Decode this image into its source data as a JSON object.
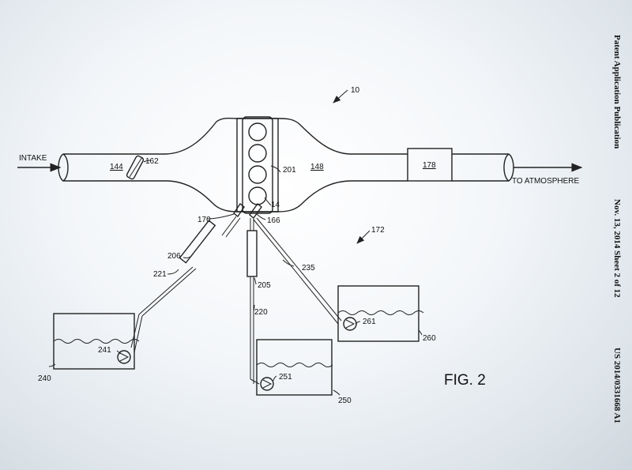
{
  "header": {
    "publication": "Patent Application Publication",
    "date_sheet": "Nov. 13, 2014   Sheet 2 of 12",
    "number": "US 2014/0331668 A1"
  },
  "figure": {
    "caption": "FIG. 2",
    "system_ref": "10",
    "fuel_system_ref": "172",
    "intake_label": "INTAKE",
    "exhaust_label": "TO ATMOSPHERE",
    "refs": {
      "intake_passage": "144",
      "throttle": "162",
      "exhaust_passage": "148",
      "emission_device": "178",
      "engine": "201",
      "cylinder": "14",
      "injector_left": "170",
      "injector_right": "166",
      "filter_left": "206",
      "line_left": "221",
      "filter_mid": "205",
      "line_mid": "220",
      "line_right": "235",
      "tank_left": "240",
      "pump_left": "241",
      "tank_mid": "250",
      "pump_mid": "251",
      "tank_right": "260",
      "pump_right": "261"
    }
  }
}
